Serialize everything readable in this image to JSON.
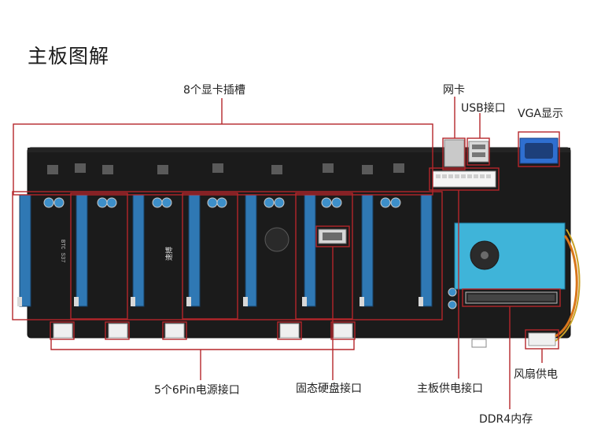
{
  "title": "主板图解",
  "labels": {
    "gpu_slots": "8个显卡插槽",
    "network": "网卡",
    "usb": "USB接口",
    "vga": "VGA显示",
    "pin6": "5个6Pin电源接口",
    "ssd": "固态硬盘接口",
    "main_power": "主板供电接口",
    "fan_power": "风扇供电",
    "ddr4": "DDR4内存"
  },
  "board_text": {
    "chip_mark": "BTC S37",
    "brand": "速搏"
  },
  "colors": {
    "pcb": "#1b1b1b",
    "pcie_slot": "#2f78b4",
    "heatsink": "#3fb4d9",
    "callout": "#b5262a"
  }
}
